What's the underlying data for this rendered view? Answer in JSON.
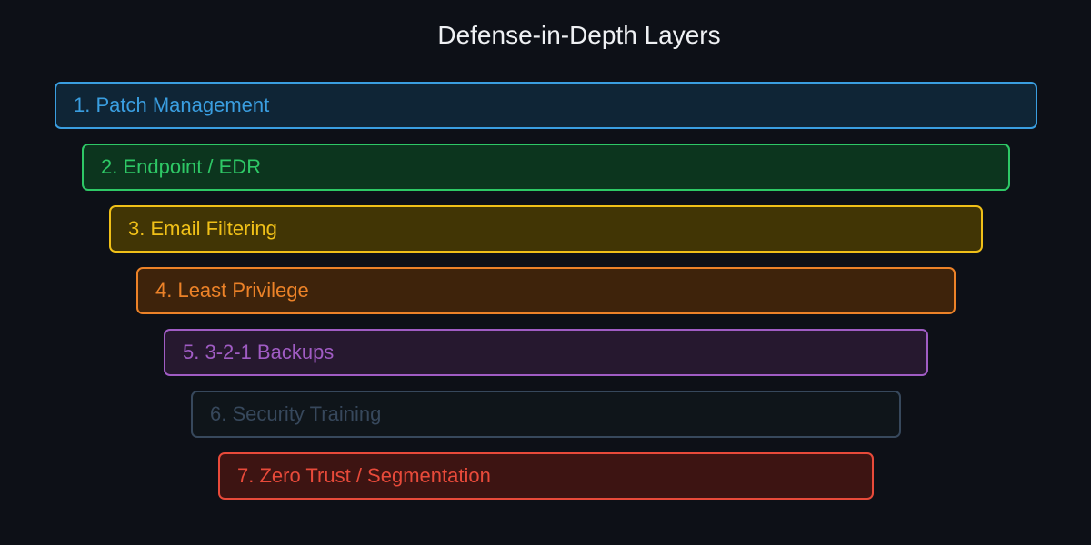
{
  "title": "Defense-in-Depth Layers",
  "layers": [
    {
      "label": "1. Patch Management",
      "color": "#3a9ee0",
      "fill": "#0f2536"
    },
    {
      "label": "2. Endpoint / EDR",
      "color": "#2ec866",
      "fill": "#0c351e"
    },
    {
      "label": "3. Email Filtering",
      "color": "#f0c018",
      "fill": "#413505"
    },
    {
      "label": "4. Least Privilege",
      "color": "#ec8228",
      "fill": "#3e230b"
    },
    {
      "label": "5. 3-2-1 Backups",
      "color": "#a05cc4",
      "fill": "#26182f"
    },
    {
      "label": "6. Security Training",
      "color": "#37485c",
      "fill": "#0f151a"
    },
    {
      "label": "7. Zero Trust / Segmentation",
      "color": "#e84a3a",
      "fill": "#3d1412"
    }
  ]
}
